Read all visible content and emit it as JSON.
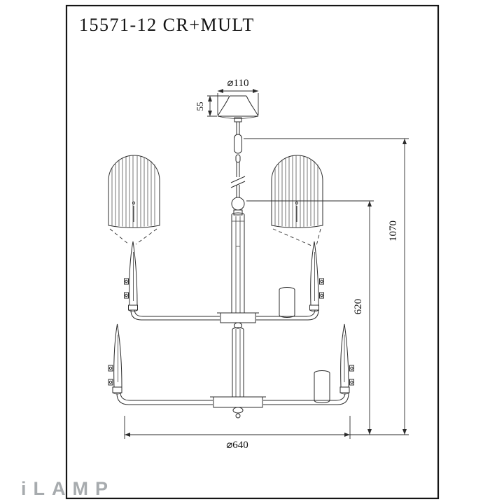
{
  "page": {
    "title": "15571-12 CR+MULT",
    "brand_logo": "iLAMP"
  },
  "dimensions": {
    "canopy_diameter": "⌀110",
    "canopy_height": "55",
    "overall_height": "1070",
    "body_height": "620",
    "fixture_diameter": "⌀640"
  },
  "colors": {
    "line": "#2b2b2b",
    "logo_gray": "#a7abae",
    "background": "#ffffff"
  }
}
